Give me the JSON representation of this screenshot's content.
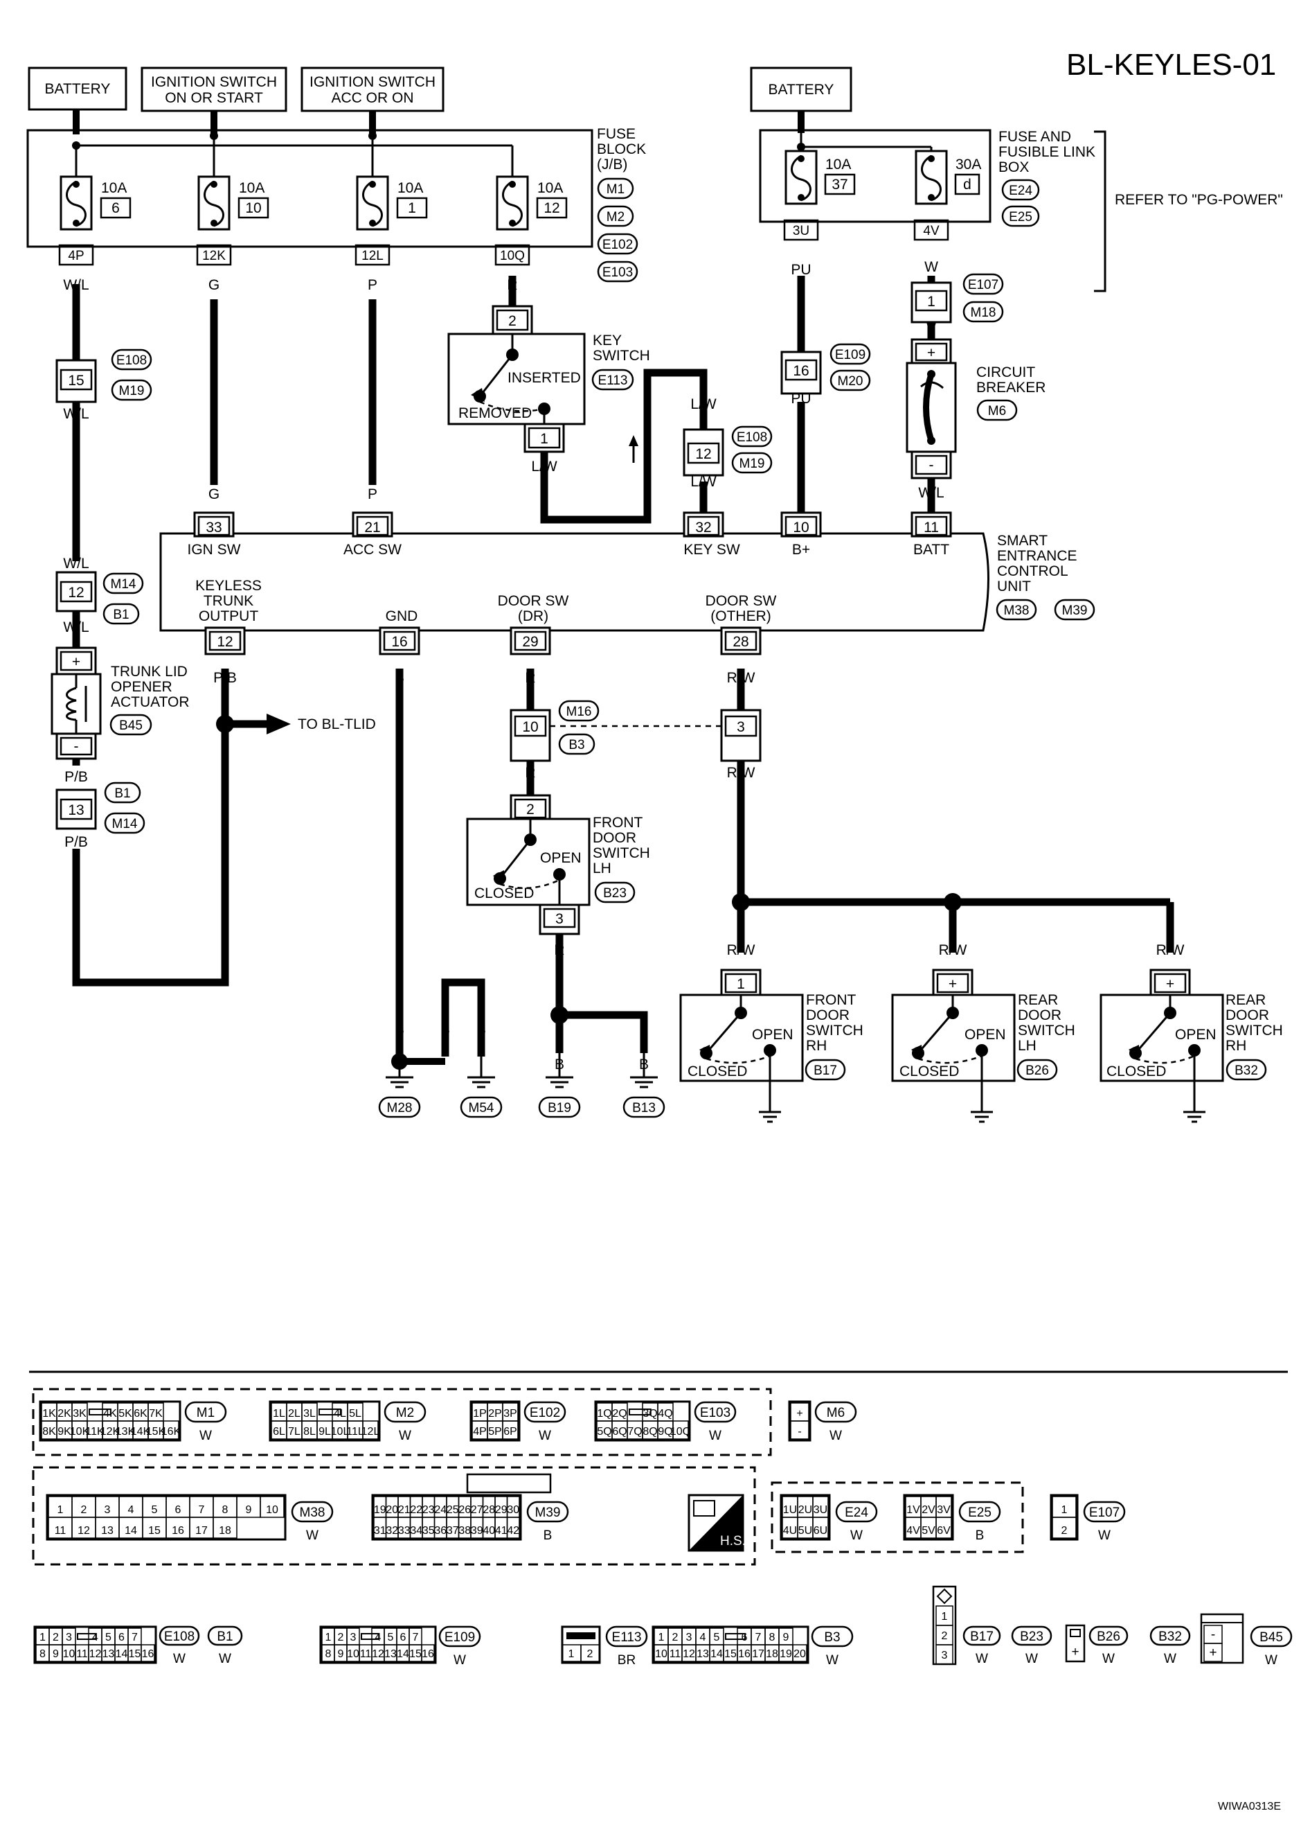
{
  "page": {
    "title": "BL-KEYLES-01",
    "footer_code": "WIWA0313E",
    "refer_note": "REFER TO \"PG-POWER\""
  },
  "sources": {
    "battery_left": "BATTERY",
    "ign_on_start": [
      "IGNITION SWITCH",
      "ON OR START"
    ],
    "ign_acc_on": [
      "IGNITION SWITCH",
      "ACC OR ON"
    ],
    "battery_right": "BATTERY"
  },
  "fuse_block": {
    "label": [
      "FUSE",
      "BLOCK",
      "(J/B)"
    ],
    "connectors": [
      "M1",
      "M2",
      "E102",
      "E103"
    ],
    "fuses": [
      {
        "amps": "10A",
        "number": "6",
        "terminal": "4P",
        "wire": "W/L"
      },
      {
        "amps": "10A",
        "number": "10",
        "terminal": "12K",
        "wire": "G"
      },
      {
        "amps": "10A",
        "number": "1",
        "terminal": "12L",
        "wire": "P"
      },
      {
        "amps": "10A",
        "number": "12",
        "terminal": "10Q",
        "wire": "R"
      }
    ]
  },
  "fusible_link_box": {
    "label": [
      "FUSE AND",
      "FUSIBLE LINK",
      "BOX"
    ],
    "connectors": [
      "E24",
      "E25"
    ],
    "fuses": [
      {
        "amps": "10A",
        "number": "37",
        "terminal": "3U",
        "wire": "PU"
      },
      {
        "amps": "30A",
        "number": "d",
        "terminal": "4V",
        "wire": "W"
      }
    ]
  },
  "key_switch": {
    "label": [
      "KEY",
      "SWITCH"
    ],
    "connector": "E113",
    "pin_in": "2",
    "pin_out": "1",
    "state_inserted": "INSERTED",
    "state_removed": "REMOVED",
    "wire_out": "L/W"
  },
  "circuit_breaker": {
    "label": [
      "CIRCUIT",
      "BREAKER"
    ],
    "connector": "M6",
    "plus": "+",
    "minus": "-",
    "wire_out": "W/L"
  },
  "inline_connectors": {
    "e108_m19_left": {
      "pin": "15",
      "connectors": [
        "E108",
        "M19"
      ],
      "wire": "W/L"
    },
    "e107_m18": {
      "pin": "1",
      "connectors": [
        "E107",
        "M18"
      ],
      "wire": "W"
    },
    "e109_m20": {
      "pin": "16",
      "connectors": [
        "E109",
        "M20"
      ],
      "wire": "PU"
    },
    "e108_m19_right": {
      "pin": "12",
      "connectors": [
        "E108",
        "M19"
      ],
      "wire": "L/W"
    },
    "m14_b1_upper": {
      "pin": "12",
      "connectors": [
        "M14",
        "B1"
      ],
      "wire": "W/L"
    },
    "b1_m14_lower": {
      "pin": "13",
      "connectors": [
        "B1",
        "M14"
      ],
      "wire": "P/B"
    },
    "m16_b3_left": {
      "pin": "10",
      "connectors": [
        "M16",
        "B3"
      ],
      "wire": "R"
    },
    "m16_b3_right": {
      "pin": "3",
      "wire": "R/W"
    }
  },
  "control_unit": {
    "label": [
      "SMART",
      "ENTRANCE",
      "CONTROL",
      "UNIT"
    ],
    "connectors": [
      "M38",
      "M39"
    ],
    "top_pins": [
      {
        "pin": "33",
        "name": "IGN SW",
        "wire": "G"
      },
      {
        "pin": "21",
        "name": "ACC SW",
        "wire": "P"
      },
      {
        "pin": "32",
        "name": "KEY SW",
        "wire": "L/W"
      },
      {
        "pin": "10",
        "name": "B+",
        "wire": "PU"
      },
      {
        "pin": "11",
        "name": "BATT",
        "wire": "W/L"
      }
    ],
    "bottom_pins": [
      {
        "pin": "12",
        "name": [
          "KEYLESS",
          "TRUNK",
          "OUTPUT"
        ],
        "wire": "P/B"
      },
      {
        "pin": "16",
        "name": [
          "GND"
        ],
        "wire": "B"
      },
      {
        "pin": "29",
        "name": [
          "DOOR SW",
          "(DR)"
        ],
        "wire": "R"
      },
      {
        "pin": "28",
        "name": [
          "DOOR SW",
          "(OTHER)"
        ],
        "wire": "R/W"
      }
    ]
  },
  "trunk_actuator": {
    "label": [
      "TRUNK LID",
      "OPENER",
      "ACTUATOR"
    ],
    "connector": "B45",
    "plus": "+",
    "minus": "-"
  },
  "to_tlid": "TO BL-TLID",
  "door_switches": [
    {
      "label": [
        "FRONT",
        "DOOR",
        "SWITCH",
        "LH"
      ],
      "connector": "B23",
      "pin_in": "2",
      "pin_out": "3",
      "wire": "R",
      "open": "OPEN",
      "closed": "CLOSED"
    },
    {
      "label": [
        "FRONT",
        "DOOR",
        "SWITCH",
        "RH"
      ],
      "connector": "B17",
      "pin_in": "1",
      "wire": "R/W",
      "open": "OPEN",
      "closed": "CLOSED"
    },
    {
      "label": [
        "REAR",
        "DOOR",
        "SWITCH",
        "LH"
      ],
      "connector": "B26",
      "pin_in": "+",
      "wire": "R/W",
      "open": "OPEN",
      "closed": "CLOSED"
    },
    {
      "label": [
        "REAR",
        "DOOR",
        "SWITCH",
        "RH"
      ],
      "connector": "B32",
      "pin_in": "+",
      "wire": "R/W",
      "open": "OPEN",
      "closed": "CLOSED"
    }
  ],
  "grounds": [
    {
      "connector": "M28",
      "wire": "B"
    },
    {
      "connector": "M54",
      "wire": "B"
    },
    {
      "connector": "B19",
      "wire": "B"
    },
    {
      "connector": "B13",
      "wire": "B"
    }
  ],
  "ground_wire_labels": [
    "B",
    "B",
    "B",
    "B",
    "B",
    "B"
  ],
  "connector_views": {
    "row1": [
      {
        "id": "M1",
        "color": "W",
        "top": [
          "1K",
          "2K",
          "3K",
          "",
          "4K",
          "5K",
          "6K",
          "7K"
        ],
        "bottom": [
          "8K",
          "9K",
          "10K",
          "11K",
          "12K",
          "13K",
          "14K",
          "15K",
          "16K"
        ]
      },
      {
        "id": "M2",
        "color": "W",
        "top": [
          "1L",
          "2L",
          "3L",
          "",
          "4L",
          "5L"
        ],
        "bottom": [
          "6L",
          "7L",
          "8L",
          "9L",
          "10L",
          "11L",
          "12L"
        ]
      },
      {
        "id": "E102",
        "color": "W",
        "top": [
          "1P",
          "2P",
          "3P"
        ],
        "bottom": [
          "4P",
          "5P",
          "6P"
        ]
      },
      {
        "id": "E103",
        "color": "W",
        "top": [
          "1Q",
          "2Q",
          "",
          "3Q",
          "4Q"
        ],
        "bottom": [
          "5Q",
          "6Q",
          "7Q",
          "8Q",
          "9Q",
          "10Q"
        ]
      },
      {
        "id": "M6",
        "color": "W",
        "top": [
          "+"
        ],
        "bottom": [
          "-"
        ]
      }
    ],
    "row2": [
      {
        "id": "M38",
        "color": "W",
        "top": [
          "1",
          "2",
          "3",
          "4",
          "5",
          "6",
          "7",
          "8",
          "9",
          "10"
        ],
        "bottom": [
          "11",
          "12",
          "13",
          "14",
          "15",
          "16",
          "17",
          "18"
        ]
      },
      {
        "id": "M39",
        "color": "B",
        "top": [
          "19",
          "20",
          "21",
          "22",
          "23",
          "24",
          "25",
          "26",
          "27",
          "28",
          "29",
          "30"
        ],
        "bottom": [
          "31",
          "32",
          "33",
          "34",
          "35",
          "36",
          "37",
          "38",
          "39",
          "40",
          "41",
          "42"
        ]
      },
      {
        "id": "E24",
        "color": "W",
        "top": [
          "1U",
          "2U",
          "3U"
        ],
        "bottom": [
          "4U",
          "5U",
          "6U"
        ]
      },
      {
        "id": "E25",
        "color": "B",
        "top": [
          "1V",
          "2V",
          "3V"
        ],
        "bottom": [
          "4V",
          "5V",
          "6V"
        ]
      },
      {
        "id": "E107",
        "color": "W",
        "top": [
          "1"
        ],
        "bottom": [
          "2"
        ]
      }
    ],
    "hs_badge": "H.S.",
    "row3": [
      {
        "id": "E108",
        "id2": "B1",
        "color": "W",
        "color2": "W",
        "top": [
          "1",
          "2",
          "3",
          "",
          "4",
          "5",
          "6",
          "7"
        ],
        "bottom": [
          "8",
          "9",
          "10",
          "11",
          "12",
          "13",
          "14",
          "15",
          "16"
        ]
      },
      {
        "id": "E109",
        "color": "W",
        "top": [
          "1",
          "2",
          "3",
          "",
          "4",
          "5",
          "6",
          "7"
        ],
        "bottom": [
          "8",
          "9",
          "10",
          "11",
          "12",
          "13",
          "14",
          "15",
          "16"
        ]
      },
      {
        "id": "E113",
        "color": "BR",
        "top": [
          ""
        ],
        "bottom": [
          "1",
          "2"
        ]
      },
      {
        "id": "B3",
        "color": "W",
        "top": [
          "1",
          "2",
          "3",
          "4",
          "5",
          "",
          "6",
          "7",
          "8",
          "9"
        ],
        "bottom": [
          "10",
          "11",
          "12",
          "13",
          "14",
          "15",
          "16",
          "17",
          "18",
          "19",
          "20"
        ]
      },
      {
        "id": "B17",
        "id2": "B23",
        "color": "W",
        "color2": "W",
        "pins": [
          "1",
          "2",
          "3"
        ]
      },
      {
        "id": "B26",
        "id2": "B32",
        "color": "W",
        "color2": "W",
        "pins": [
          "+"
        ]
      },
      {
        "id": "B45",
        "color": "W",
        "pins": [
          "-",
          "+"
        ]
      }
    ]
  }
}
